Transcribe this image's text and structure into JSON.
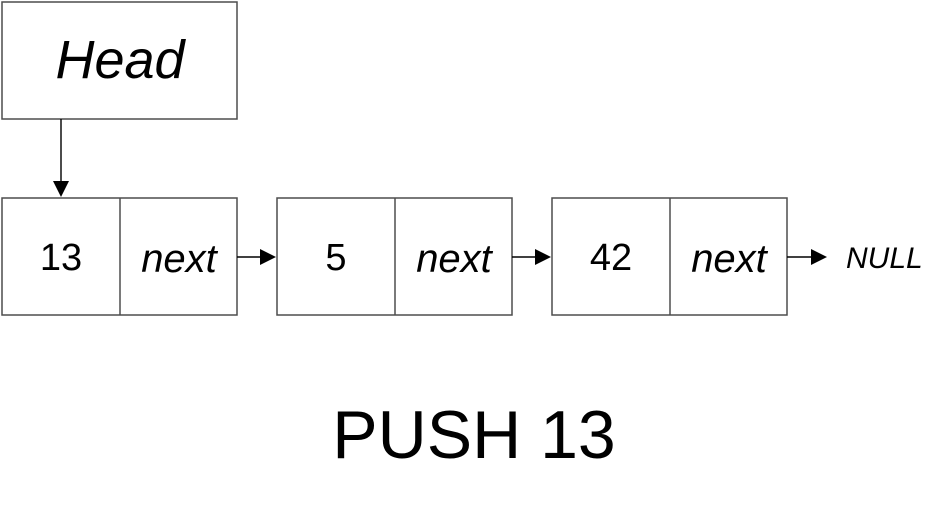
{
  "head": {
    "label": "Head"
  },
  "nodes": [
    {
      "value": "13",
      "pointer_label": "next"
    },
    {
      "value": "5",
      "pointer_label": "next"
    },
    {
      "value": "42",
      "pointer_label": "next"
    }
  ],
  "terminator": {
    "label": "NULL"
  },
  "caption": {
    "text": "PUSH 13"
  }
}
